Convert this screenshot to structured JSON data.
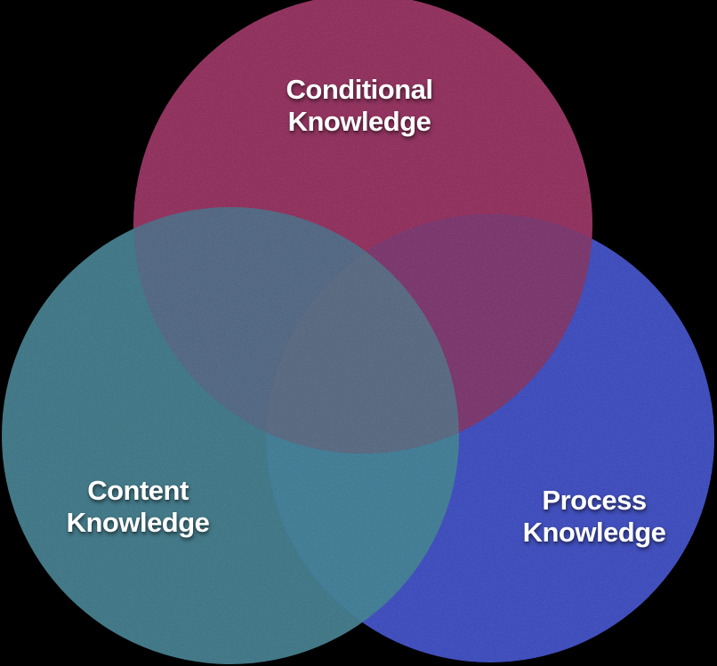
{
  "background_color": "#000000",
  "text_color": "#ffffff",
  "venn": {
    "type": "venn3",
    "circles": [
      {
        "id": "conditional",
        "label": "Conditional Knowledge",
        "line1": "Conditional",
        "line2": "Knowledge",
        "color": "#8E2B59"
      },
      {
        "id": "content",
        "label": "Content Knowledge",
        "line1": "Content",
        "line2": "Knowledge",
        "color": "#3B7484"
      },
      {
        "id": "process",
        "label": "Process Knowledge",
        "line1": "Process",
        "line2": "Knowledge",
        "color": "#3948BC"
      }
    ],
    "overlaps": {
      "conditional_content": {
        "label": "Conditional + Content overlap",
        "color": "#4E6480"
      },
      "conditional_process": {
        "label": "Conditional + Process overlap",
        "color": "#773169"
      },
      "content_process": {
        "label": "Content + Process overlap",
        "color": "#3C7A93"
      },
      "all_three": {
        "label": "All three overlap",
        "color": "#54667E"
      }
    }
  }
}
